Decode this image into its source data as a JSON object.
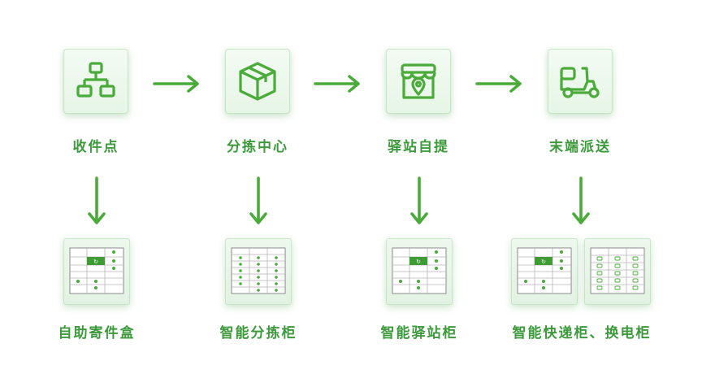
{
  "steps": [
    {
      "label": "收件点",
      "icon": "network-icon"
    },
    {
      "label": "分拣中心",
      "icon": "box-icon"
    },
    {
      "label": "驿站自提",
      "icon": "store-location-icon"
    },
    {
      "label": "末端派送",
      "icon": "delivery-scooter-icon"
    }
  ],
  "products": [
    {
      "label": "自助寄件盒"
    },
    {
      "label": "智能分拣柜"
    },
    {
      "label": "智能驿站柜"
    },
    {
      "label": "智能快递柜、换电柜"
    }
  ],
  "colors": {
    "accent": "#4aab3a",
    "text": "#3c9a3c",
    "tile_bg": "#eaf6ea"
  }
}
